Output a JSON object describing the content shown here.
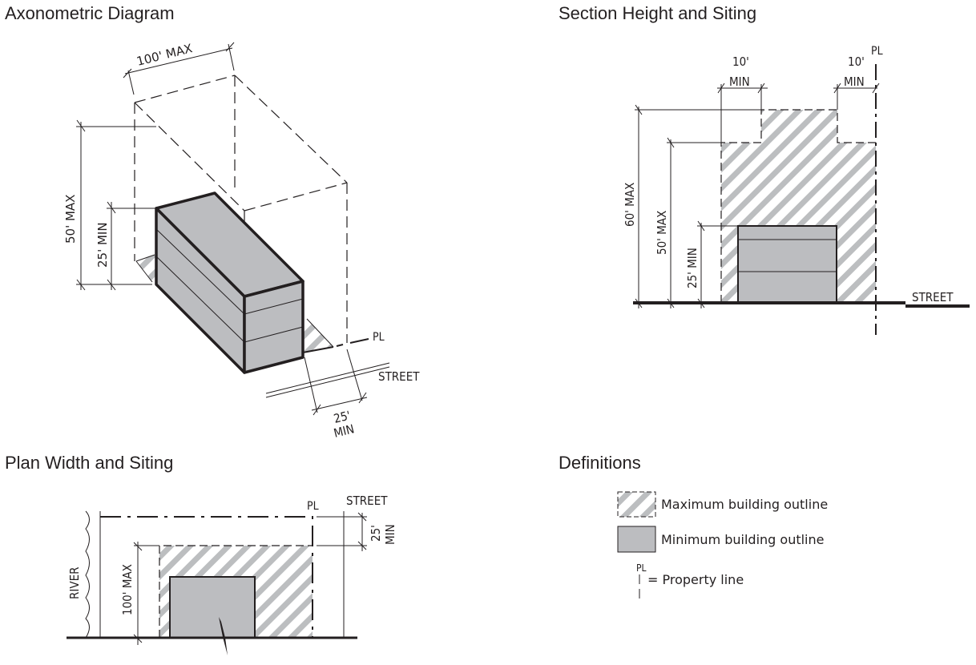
{
  "colors": {
    "line": "#231f20",
    "hatch": "#bcbec0",
    "min_fill": "#bcbdc0",
    "background": "#ffffff"
  },
  "panels": {
    "axonometric": {
      "title": "Axonometric Diagram",
      "width_label": "100' MAX",
      "height_max_label": "50' MAX",
      "height_min_label": "25' MIN",
      "setback_label_line1": "25'",
      "setback_label_line2": "MIN",
      "street_label": "STREET",
      "property_line_symbol": "PL"
    },
    "section": {
      "title": "Section Height and Siting",
      "left_step_label_line1": "10'",
      "left_step_label_line2": "MIN",
      "right_step_label_line1": "10'",
      "right_step_label_line2": "MIN",
      "height_60_label": "60' MAX",
      "height_50_label": "50' MAX",
      "height_25_label": "25' MIN",
      "street_label": "STREET",
      "property_line_symbol": "PL"
    },
    "plan": {
      "title": "Plan Width and Siting",
      "river_label": "RIVER",
      "depth_label": "100' MAX",
      "setback_label_line1": "25'",
      "setback_label_line2": "MIN",
      "street_label": "STREET",
      "property_line_symbol": "PL"
    },
    "definitions": {
      "title": "Definitions",
      "items": [
        {
          "swatch": "hatched",
          "label": "Maximum building outline"
        },
        {
          "swatch": "solid",
          "label": "Minimum building outline"
        },
        {
          "swatch": "property-line",
          "label": "= Property line"
        }
      ]
    }
  }
}
